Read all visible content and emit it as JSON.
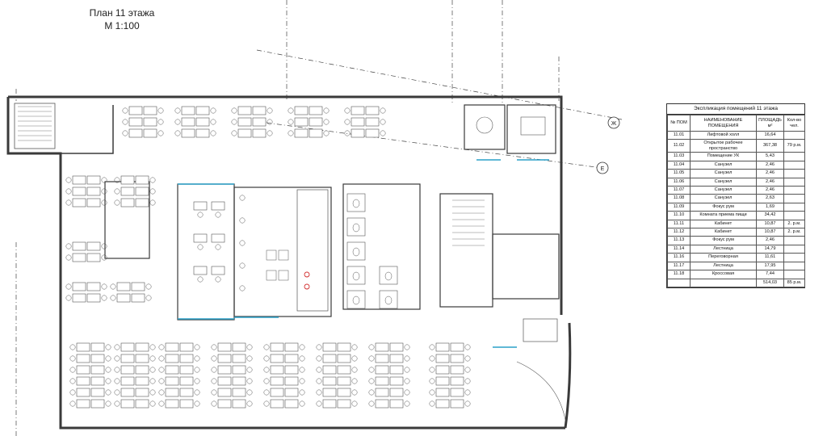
{
  "plan": {
    "title": "План 11 этажа",
    "scale": "М 1:100",
    "axis_markers": [
      "Ж",
      "Е"
    ]
  },
  "legend": {
    "title": "Экспликация помещений 11 этажа",
    "headers": [
      "№ ПОМ",
      "НАИМЕНОВАНИЕ ПОМЕЩЕНИЯ",
      "ПЛОЩАДЬ м²",
      "Кол-во чел."
    ],
    "rows": [
      {
        "no": "11.01",
        "name": "Лифтовой холл",
        "area": "16,64",
        "count": ""
      },
      {
        "no": "11.02",
        "name": "Открытое рабочее пространство",
        "area": "367,38",
        "count": "79 р.м."
      },
      {
        "no": "11.03",
        "name": "Помещение УК",
        "area": "5,43",
        "count": ""
      },
      {
        "no": "11.04",
        "name": "Санузел",
        "area": "2,46",
        "count": ""
      },
      {
        "no": "11.05",
        "name": "Санузел",
        "area": "2,46",
        "count": ""
      },
      {
        "no": "11.06",
        "name": "Санузел",
        "area": "2,46",
        "count": ""
      },
      {
        "no": "11.07",
        "name": "Санузел",
        "area": "2,46",
        "count": ""
      },
      {
        "no": "11.08",
        "name": "Санузел",
        "area": "2,63",
        "count": ""
      },
      {
        "no": "11.09",
        "name": "Фокус рум",
        "area": "1,69",
        "count": ""
      },
      {
        "no": "11.10",
        "name": "Комната приема пищи",
        "area": "34,42",
        "count": ""
      },
      {
        "no": "11.11",
        "name": "Кабинет",
        "area": "10,87",
        "count": "2. р.м."
      },
      {
        "no": "11.12",
        "name": "Кабинет",
        "area": "10,87",
        "count": "2. р.м."
      },
      {
        "no": "11.13",
        "name": "Фокус рум",
        "area": "2,46",
        "count": ""
      },
      {
        "no": "11.14",
        "name": "Лестница",
        "area": "14,79",
        "count": ""
      },
      {
        "no": "11.16",
        "name": "Переговорная",
        "area": "11,61",
        "count": ""
      },
      {
        "no": "11.17",
        "name": "Лестница",
        "area": "17,95",
        "count": ""
      },
      {
        "no": "11.18",
        "name": "Кроссовая",
        "area": "7,44",
        "count": ""
      }
    ],
    "total": {
      "area": "514,03",
      "count": "85 р.м."
    }
  },
  "colors": {
    "wall": "#3a3a3a",
    "line": "#555555",
    "glass": "#2aa0c8",
    "accent_red": "#d23030",
    "guide": "#444444"
  }
}
